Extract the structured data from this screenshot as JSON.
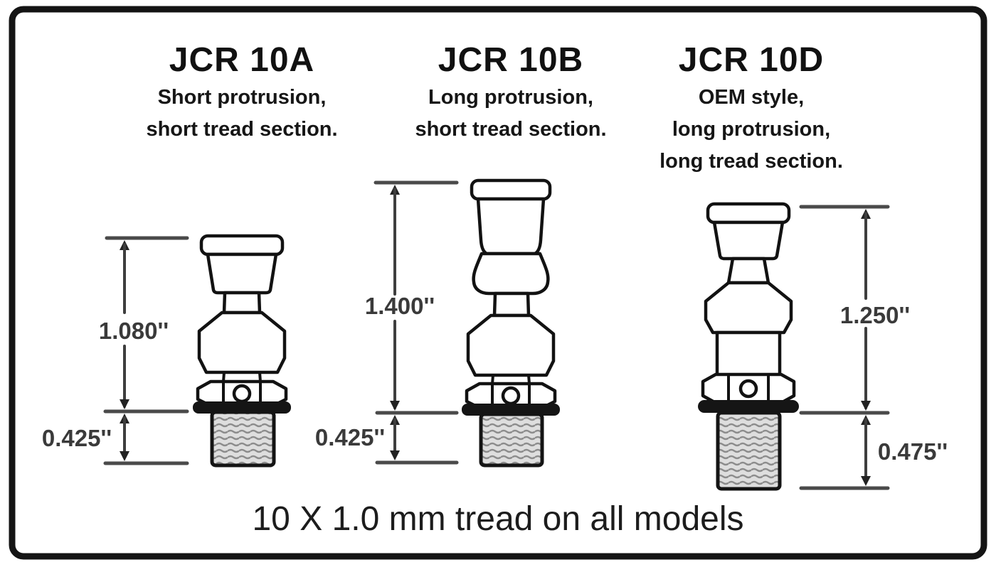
{
  "diagram": {
    "caption": "10 X 1.0 mm tread on all models",
    "models": [
      {
        "name": "JCR 10A",
        "desc_lines": [
          "Short protrusion,",
          "short tread section."
        ],
        "dims": {
          "upper": "1.080''",
          "lower": "0.425''"
        }
      },
      {
        "name": "JCR 10B",
        "desc_lines": [
          "Long protrusion,",
          "short tread section."
        ],
        "dims": {
          "upper": "1.400''",
          "lower": "0.425''"
        }
      },
      {
        "name": "JCR 10D",
        "desc_lines": [
          "OEM style,",
          "long protrusion,",
          "long tread section."
        ],
        "dims": {
          "upper": "1.250''",
          "lower": "0.475''"
        }
      }
    ],
    "colors": {
      "ink": "#121212",
      "dimension_lines": "#3e3e3e",
      "thread_fill": "#dedede",
      "thread_ridges": "#8c8c8c",
      "background": "#ffffff"
    }
  }
}
